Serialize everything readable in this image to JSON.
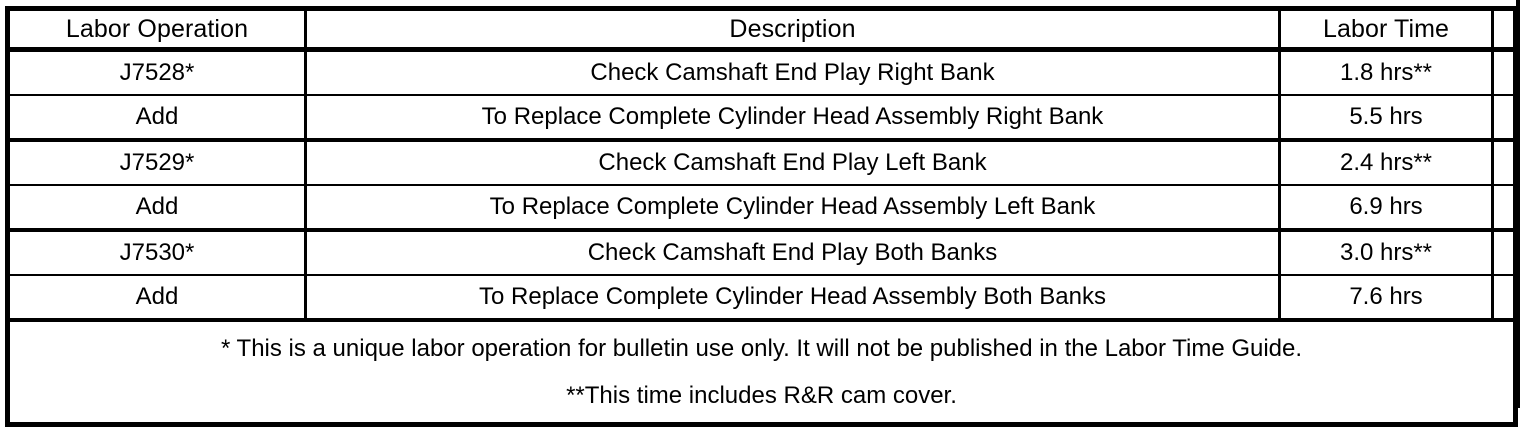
{
  "table": {
    "columns": [
      {
        "key": "operation",
        "label": "Labor Operation"
      },
      {
        "key": "description",
        "label": "Description"
      },
      {
        "key": "time",
        "label": "Labor Time"
      },
      {
        "key": "spacer",
        "label": ""
      }
    ],
    "rows": [
      {
        "operation": "J7528*",
        "description": "Check Camshaft End Play Right Bank",
        "time": "1.8 hrs**",
        "spacer": ""
      },
      {
        "operation": "Add",
        "description": "To Replace Complete Cylinder Head Assembly Right Bank",
        "time": "5.5 hrs",
        "spacer": ""
      },
      {
        "operation": "J7529*",
        "description": "Check Camshaft End Play Left Bank",
        "time": "2.4 hrs**",
        "spacer": ""
      },
      {
        "operation": "Add",
        "description": "To Replace Complete Cylinder Head Assembly Left Bank",
        "time": "6.9 hrs",
        "spacer": ""
      },
      {
        "operation": "J7530*",
        "description": "Check Camshaft End Play Both Banks",
        "time": "3.0 hrs**",
        "spacer": ""
      },
      {
        "operation": "Add",
        "description": "To Replace Complete Cylinder Head Assembly Both Banks",
        "time": "7.6 hrs",
        "spacer": ""
      }
    ],
    "footnotes": [
      "* This is a unique labor operation for bulletin use only. It will not be published in the Labor Time Guide.",
      "**This time includes R&R cam cover."
    ]
  },
  "colors": {
    "rule": "#000000",
    "text": "#000000",
    "background": "#ffffff"
  }
}
